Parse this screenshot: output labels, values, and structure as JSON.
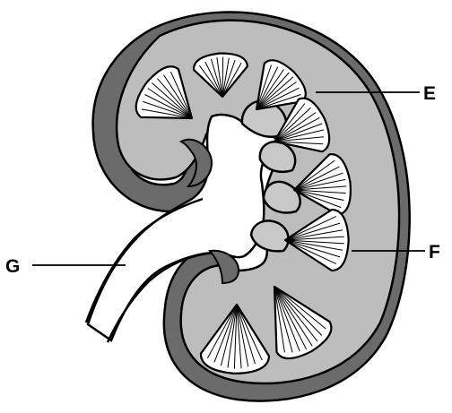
{
  "diagram": {
    "labels": [
      {
        "id": "E",
        "text": "E"
      },
      {
        "id": "F",
        "text": "F"
      },
      {
        "id": "G",
        "text": "G"
      }
    ]
  }
}
